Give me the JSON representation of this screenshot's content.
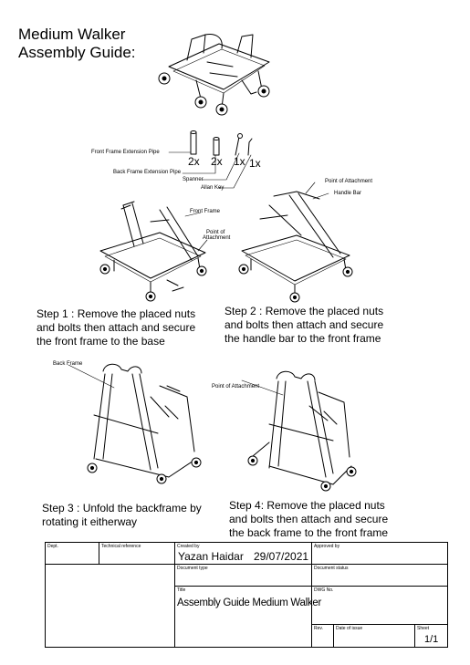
{
  "title_line1": "Medium Walker",
  "title_line2": "Assembly Guide:",
  "parts": {
    "front_pipe_label": "Front Frame Extension Pipe",
    "back_pipe_label": "Back Frame Extension Pipe",
    "spanner_label": "Spanner",
    "allen_label": "Allan Key",
    "qty_front": "2x",
    "qty_back": "2x",
    "qty_spanner": "1x",
    "qty_allen": "1x"
  },
  "steps": [
    {
      "line1": "Step 1 : Remove the placed nuts",
      "line2": "and bolts then attach and secure",
      "line3": "the front frame to the base",
      "labels": [
        "Front Frame",
        "Point of",
        "Attachment"
      ]
    },
    {
      "line1": "Step 2 : Remove the placed nuts",
      "line2": "and bolts then attach and secure",
      "line3": "the handle bar to the front frame",
      "labels": [
        "Point of Attachment",
        "Handle Bar"
      ]
    },
    {
      "line1": "Step 3 : Unfold the backframe by",
      "line2": "rotating it eitherway",
      "labels": [
        "Back Frame"
      ]
    },
    {
      "line1": "Step 4: Remove the placed nuts",
      "line2": "and bolts then attach and secure",
      "line3": "the back frame to the front frame",
      "labels": [
        "Point of Attachment"
      ]
    }
  ],
  "title_block": {
    "dept": "Dept.",
    "tech_ref": "Technical reference",
    "created_by": "Created by",
    "creator": "Yazan Haidar",
    "date": "29/07/2021",
    "approved_by": "Approved by",
    "doc_type": "Document type",
    "doc_status": "Document status",
    "title_cap": "Title",
    "title": "Assembly Guide Medium Walker",
    "dwg": "DWG No.",
    "rev": "Rev.",
    "date_issue": "Date of issue",
    "sheet": "Sheet",
    "sheet_val": "1/1"
  }
}
